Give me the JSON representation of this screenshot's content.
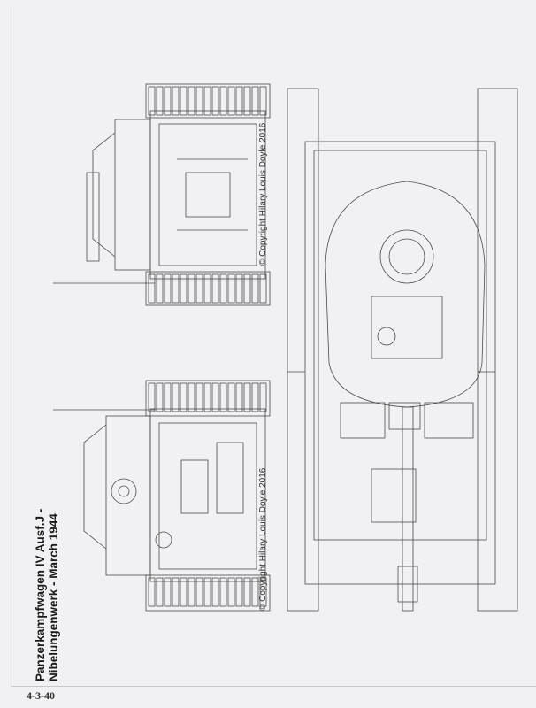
{
  "title": {
    "line1": "Panzerkampfwagen IV Ausf.J -",
    "line2": "Nibelungenwerk - March 1944"
  },
  "copyright_top": "© Copyright Hilary Louis Doyle 2016",
  "copyright_bottom": "© Copyright Hilary Louis Doyle 2016",
  "page_number": "4-3-40"
}
